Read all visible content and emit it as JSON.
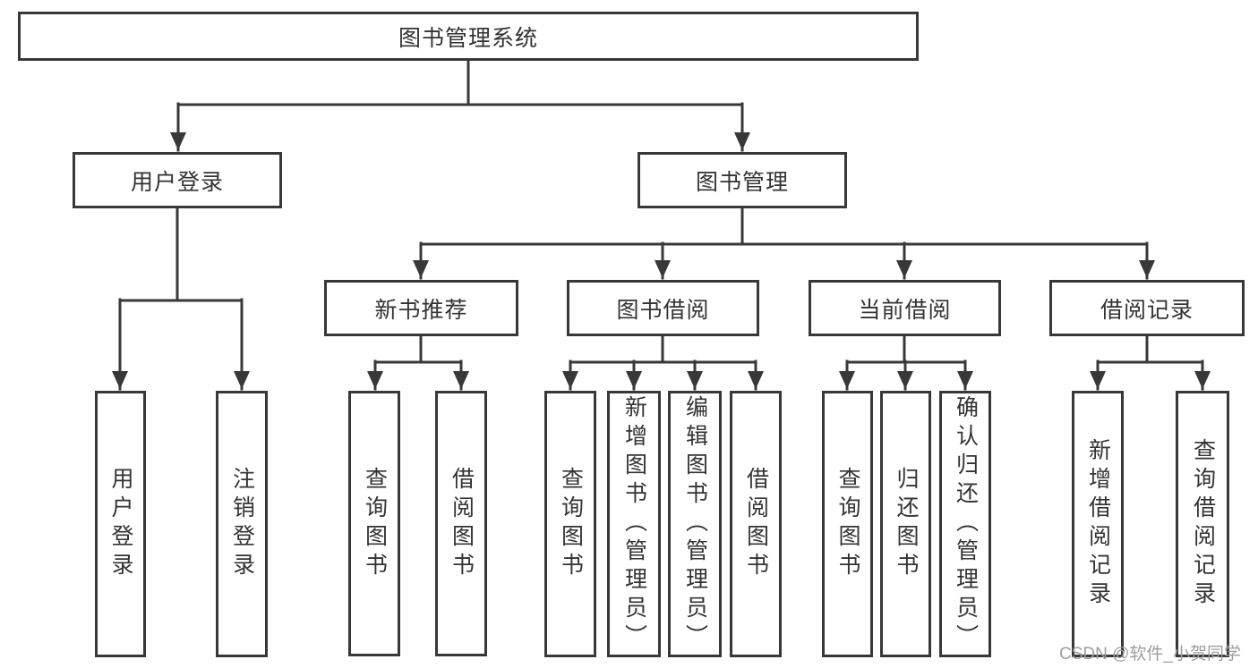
{
  "colors": {
    "line": "#383838",
    "text": "#333333",
    "background": "#ffffff",
    "watermark": "#9e9e9e"
  },
  "watermark": "CSDN @软件_小贺同学",
  "tree": {
    "label": "图书管理系统",
    "children": [
      {
        "label": "用户登录",
        "children": [
          {
            "label": "用户登录"
          },
          {
            "label": "注销登录"
          }
        ]
      },
      {
        "label": "图书管理",
        "children": [
          {
            "label": "新书推荐",
            "children": [
              {
                "label": "查询图书"
              },
              {
                "label": "借阅图书"
              }
            ]
          },
          {
            "label": "图书借阅",
            "children": [
              {
                "label": "查询图书"
              },
              {
                "label": "新增图书（管理员）"
              },
              {
                "label": "编辑图书（管理员）"
              },
              {
                "label": "借阅图书"
              }
            ]
          },
          {
            "label": "当前借阅",
            "children": [
              {
                "label": "查询图书"
              },
              {
                "label": "归还图书"
              },
              {
                "label": "确认归还（管理员）"
              }
            ]
          },
          {
            "label": "借阅记录",
            "children": [
              {
                "label": "新增借阅记录"
              },
              {
                "label": "查询借阅记录"
              }
            ]
          }
        ]
      }
    ]
  }
}
